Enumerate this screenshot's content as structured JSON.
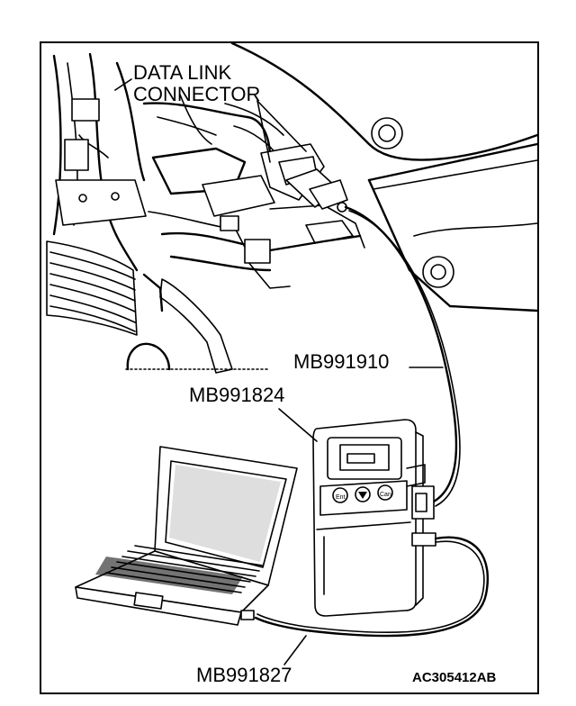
{
  "labels": {
    "connector_line1": "DATA LINK",
    "connector_line2": "CONNECTOR",
    "cable_top": "MB991910",
    "scan_tool": "MB991824",
    "cable_usb": "MB991827",
    "figure_code": "AC305412AB"
  },
  "scan_tool_buttons": [
    "enter-button",
    "down-button",
    "cancel-button"
  ]
}
